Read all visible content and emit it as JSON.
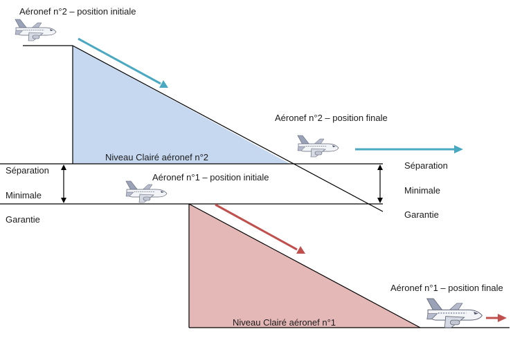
{
  "labels": {
    "aircraft2_initial": "Aéronef n°2 – position initiale",
    "aircraft2_final": "Aéronef n°2 – position finale",
    "aircraft1_initial": "Aéronef n°1 – position initiale",
    "aircraft1_final": "Aéronef n°1 – position finale",
    "cleared_level_2": "Niveau Clairé aéronef n°2",
    "cleared_level_1": "Niveau Clairé aéronef n°1",
    "left_separation": [
      "Séparation",
      "Minimale",
      "Garantie"
    ],
    "right_separation": [
      "Séparation",
      "Minimale",
      "Garantie"
    ]
  },
  "colors": {
    "aircraft2_fill": "#c6d8f0",
    "aircraft1_fill": "#e5b8b8",
    "aircraft2_arrow": "#4aa8c0",
    "aircraft1_arrow": "#c0504d",
    "line": "#000000"
  },
  "icons": [
    "airplane-icon"
  ]
}
